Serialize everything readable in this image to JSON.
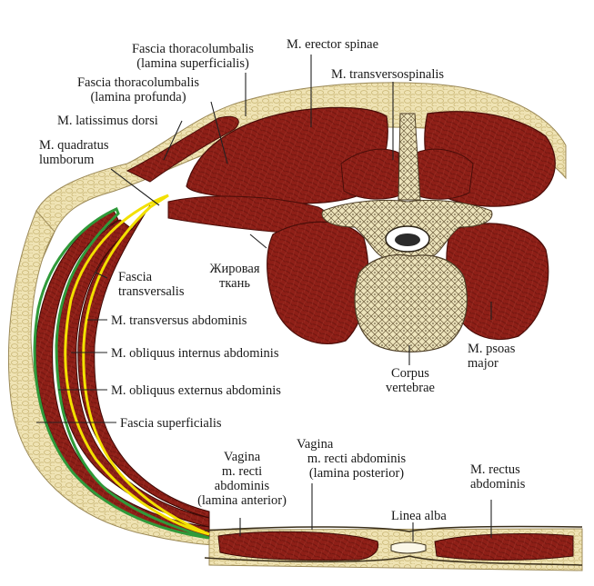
{
  "labels": {
    "fascia_tl_superficialis_1": "Fascia thoracolumbalis",
    "fascia_tl_superficialis_2": "(lamina superficialis)",
    "fascia_tl_profunda_1": "Fascia thoracolumbalis",
    "fascia_tl_profunda_2": "(lamina profunda)",
    "latissimus_dorsi": "M. latissimus dorsi",
    "quadratus_lumborum_1": "M. quadratus",
    "quadratus_lumborum_2": "lumborum",
    "erector_spinae": "M. erector spinae",
    "transversospinalis": "M. transversospinalis",
    "fascia_transversalis_1": "Fascia",
    "fascia_transversalis_2": "transversalis",
    "adipose_1": "Жировая",
    "adipose_2": "ткань",
    "transversus_abdominis": "M. transversus abdominis",
    "obliquus_internus": "M. obliquus internus abdominis",
    "obliquus_externus": "M. obliquus externus abdominis",
    "fascia_superficialis": "Fascia superficialis",
    "corpus_vertebrae_1": "Corpus",
    "corpus_vertebrae_2": "vertebrae",
    "psoas_major_1": "M. psoas",
    "psoas_major_2": "major",
    "vagina_posterior_1": "Vagina",
    "vagina_posterior_2": "m. recti abdominis",
    "vagina_posterior_3": "(lamina posterior)",
    "vagina_anterior_1": "Vagina",
    "vagina_anterior_2": "m. recti",
    "vagina_anterior_3": "abdominis",
    "vagina_anterior_4": "(lamina anterior)",
    "rectus_abdominis_1": "M. rectus",
    "rectus_abdominis_2": "abdominis",
    "linea_alba": "Linea alba"
  },
  "colors": {
    "muscle": "#8e1f17",
    "muscle_dark": "#5e110c",
    "fat": "#efe3b4",
    "fat_cell": "#cdbb7c",
    "bone": "#ece3bb",
    "outline_green": "#2f9a3a",
    "outline_yellow": "#f2e000",
    "leader": "#222222"
  }
}
